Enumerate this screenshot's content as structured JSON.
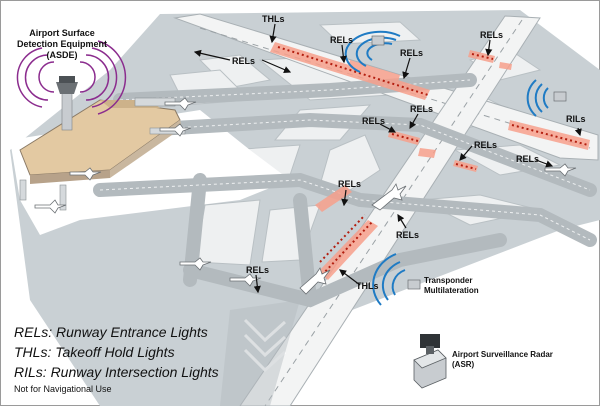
{
  "labels": {
    "asde_line1": "Airport Surface",
    "asde_line2": "Detection Equipment",
    "asde_line3": "(ASDE)",
    "thls_top": "THLs",
    "rels_top": "RELs",
    "rels_top_right": "RELs",
    "rels_far_right": "RELs",
    "rels_left": "RELs",
    "rils_right": "RILs",
    "rels_mid_right": "RELs",
    "rels_right": "RELs",
    "rels_center": "RELs",
    "rels_center_low": "RELs",
    "rels_bottom_left": "RELs",
    "thls_bottom": "THLs",
    "transponder_line1": "Transponder",
    "transponder_line2": "Multilateration",
    "asr_line1": "Airport Surveillance Radar",
    "asr_line2": "(ASR)"
  },
  "legend": {
    "rels": "RELs: Runway Entrance Lights",
    "thls": "THLs: Takeoff Hold Lights",
    "rils": "RILs: Runway Intersection Lights",
    "note": "Not for Navigational Use"
  },
  "colors": {
    "pavement": "#c6cdd1",
    "grass": "#eef0f0",
    "runway": "#f3f4f4",
    "light_glow": "#f7a08c",
    "light_dot": "#b31e0f",
    "radar_wave": "#1f7bc4",
    "asde_wave": "#8b2c8e"
  }
}
